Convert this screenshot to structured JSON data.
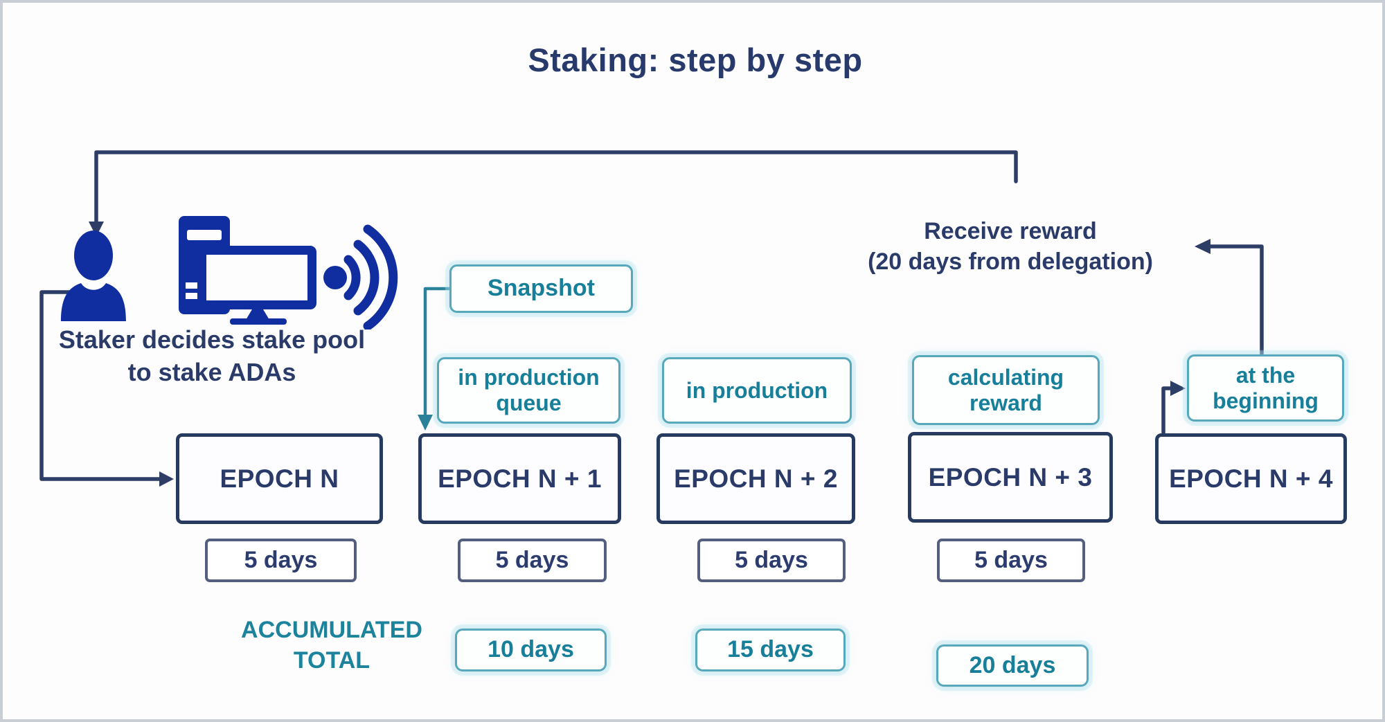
{
  "title": "Staking: step by step",
  "staker": {
    "caption_line1": "Staker decides stake pool",
    "caption_line2": "to stake ADAs"
  },
  "reward_note": {
    "line1": "Receive reward",
    "line2": "(20 days from delegation)"
  },
  "snapshot": {
    "label": "Snapshot"
  },
  "epochs": [
    {
      "label": "EPOCH N",
      "duration": "5 days"
    },
    {
      "label": "EPOCH N + 1",
      "duration": "5 days",
      "status": "in production queue",
      "accumulated": "10 days"
    },
    {
      "label": "EPOCH N + 2",
      "duration": "5 days",
      "status": "in production",
      "accumulated": "15 days"
    },
    {
      "label": "EPOCH N + 3",
      "duration": "5 days",
      "status": "calculating reward",
      "accumulated": "20 days"
    },
    {
      "label": "EPOCH N + 4",
      "status": "at the beginning"
    }
  ],
  "accumulated_total": {
    "line1": "ACCUMULATED",
    "line2": "TOTAL"
  },
  "colors": {
    "navy_text": "#2a3a69",
    "navy_line": "#2d3d66",
    "icon_blue": "#112ea0",
    "teal_text": "#1c839c",
    "teal_border": "#57a8ba",
    "background": "#fdfdfe"
  }
}
